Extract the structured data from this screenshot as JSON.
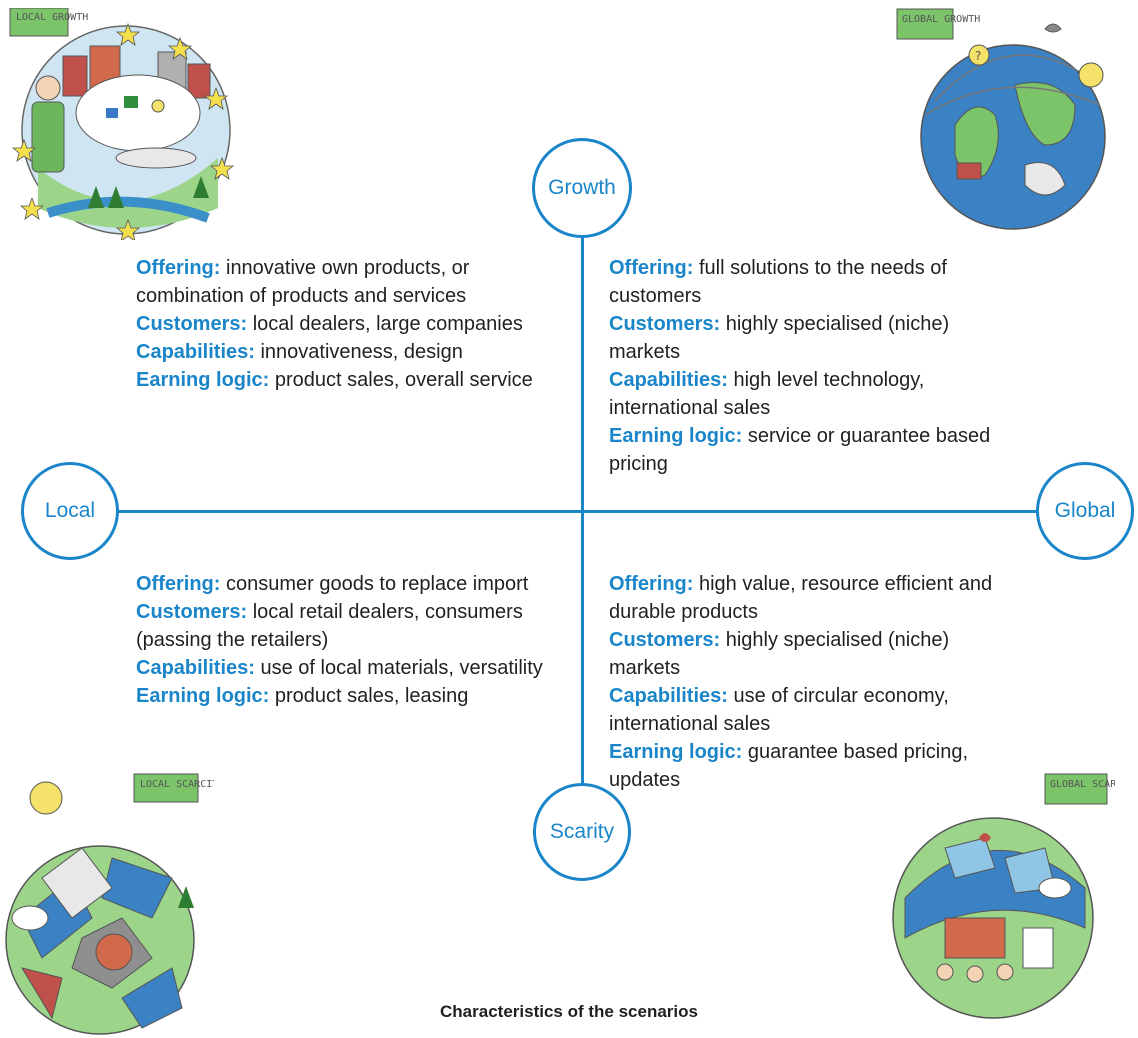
{
  "axes": {
    "top": "Growth",
    "bottom": "Scarity",
    "left": "Local",
    "right": "Global"
  },
  "quadrants": {
    "top_left": {
      "offering_label": "Offering:",
      "offering": " innovative own products, or combination of products and services",
      "customers_label": "Customers:",
      "customers": " local dealers, large companies",
      "capabilities_label": "Capabilities:",
      "capabilities": " innovativeness, design",
      "earning_label": "Earning logic:",
      "earning": " product sales, overall service"
    },
    "top_right": {
      "offering_label": "Offering:",
      "offering": " full solutions to the needs of customers",
      "customers_label": "Customers:",
      "customers": " highly specialised (niche) markets",
      "capabilities_label": "Capabilities:",
      "capabilities": " high level technology, international sales",
      "earning_label": "Earning logic:",
      "earning": " service or guarantee based pricing"
    },
    "bottom_left": {
      "offering_label": "Offering:",
      "offering": " consumer goods to replace import",
      "customers_label": "Customers:",
      "customers": " local retail dealers, consumers (passing the retailers)",
      "capabilities_label": "Capabilities:",
      "capabilities": " use of local materials, versatility",
      "earning_label": "Earning logic:",
      "earning": " product sales, leasing"
    },
    "bottom_right": {
      "offering_label": "Offering:",
      "offering": " high value, resource efficient and durable products",
      "customers_label": "Customers:",
      "customers": " highly specialised (niche) markets",
      "capabilities_label": "Capabilities:",
      "capabilities": " use of circular economy, international sales",
      "earning_label": "Earning logic:",
      "earning": " guarantee based pricing, updates"
    }
  },
  "illustrations": {
    "top_left_sign": "LOCAL GROWTH",
    "top_right_sign": "GLOBAL GROWTH",
    "bottom_left_sign": "LOCAL SCARCITY",
    "bottom_right_sign": "GLOBAL SCARCITY"
  },
  "caption": "Characteristics of the scenarios",
  "colors": {
    "accent": "#1a85c9",
    "text": "#231f20"
  }
}
